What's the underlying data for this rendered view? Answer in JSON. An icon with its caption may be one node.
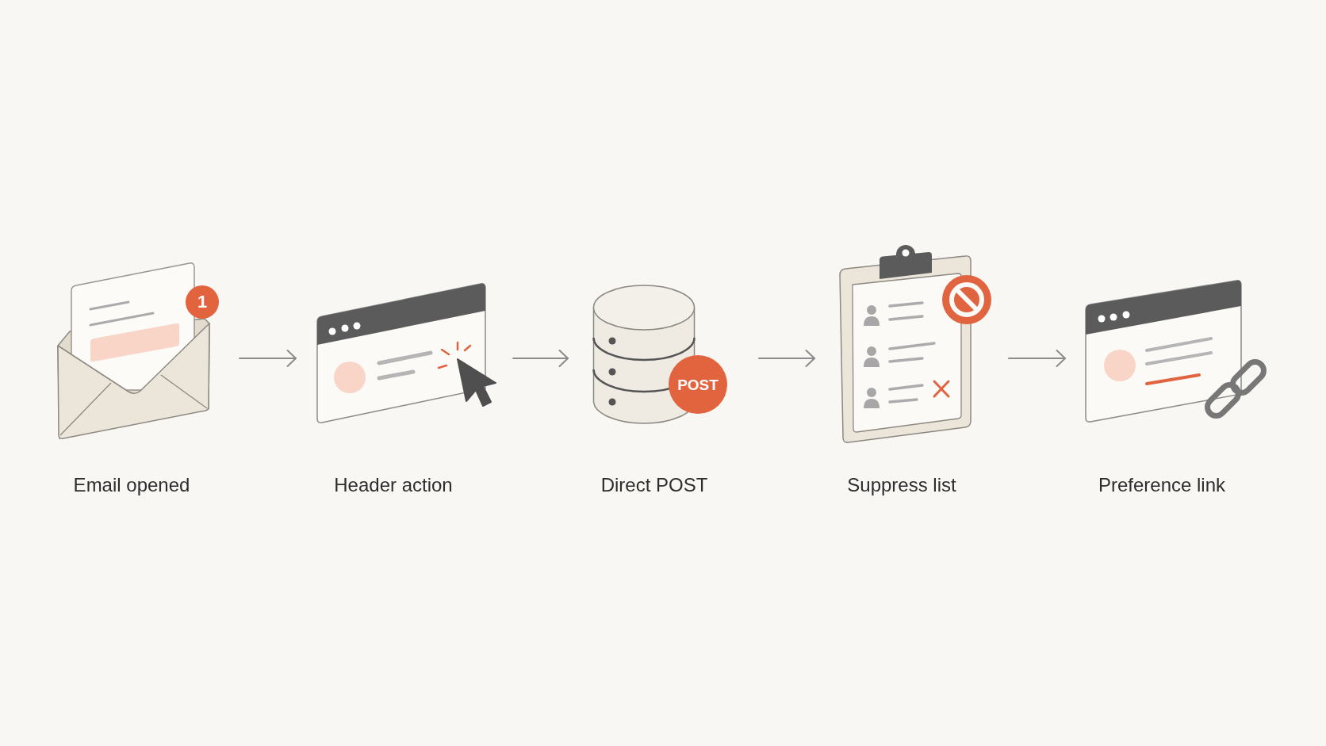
{
  "diagram": {
    "nodes": [
      {
        "text": [
          "Email opened"
        ]
      },
      {
        "text": [
          "Header action"
        ]
      },
      {
        "text": [
          "Direct POST"
        ]
      },
      {
        "text": [
          "Suppress list"
        ]
      },
      {
        "text": [
          "Preference link"
        ]
      }
    ],
    "edges": [
      {
        "from": 0,
        "to": 1,
        "arrow": "to"
      },
      {
        "from": 1,
        "to": 2,
        "arrow": "to"
      },
      {
        "from": 2,
        "to": 3,
        "arrow": "to"
      },
      {
        "from": 3,
        "to": 4,
        "arrow": "to"
      }
    ],
    "labels": [
      "1",
      "POST"
    ]
  }
}
